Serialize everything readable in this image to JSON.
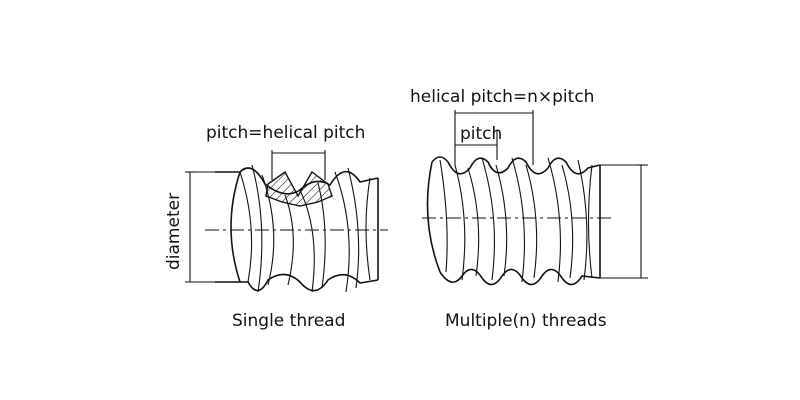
{
  "labels": {
    "left_dimension": "pitch=helical pitch",
    "left_side_dimension": "diameter",
    "left_caption": "Single thread",
    "right_dimension_outer": "helical pitch=n×pitch",
    "right_dimension_inner": "pitch",
    "right_caption": "Multiple(n) threads"
  }
}
